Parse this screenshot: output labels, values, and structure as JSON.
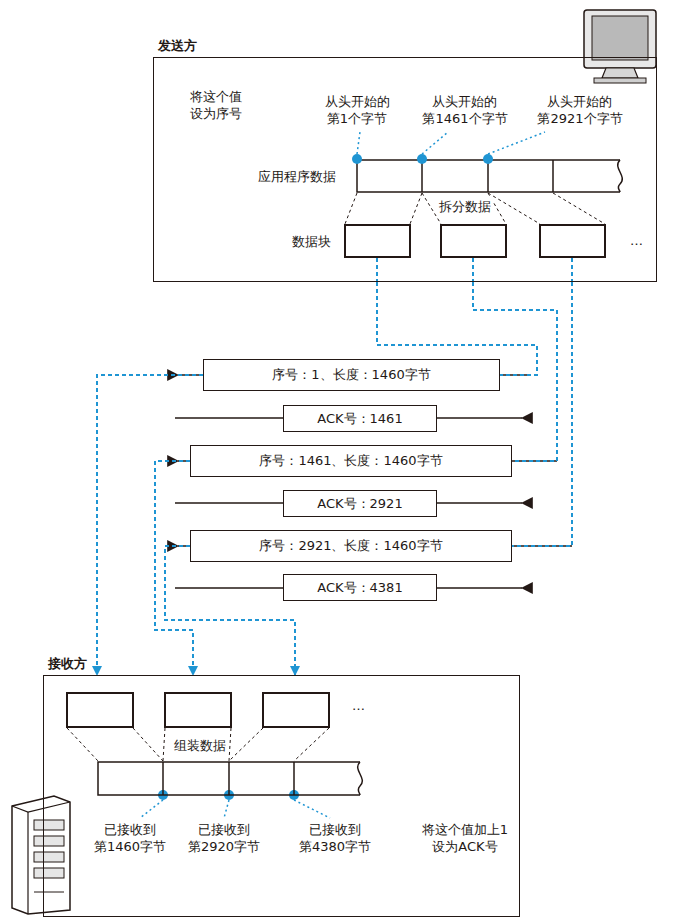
{
  "diagram": {
    "nodes": [
      {
        "text": [
          "发送方"
        ]
      },
      {
        "text": [
          "序号：1、长度：1460字节"
        ]
      },
      {
        "text": [
          "ACK号：1461"
        ]
      },
      {
        "text": [
          "序号：1461、长度：1460字节"
        ]
      },
      {
        "text": [
          "ACK号：2921"
        ]
      },
      {
        "text": [
          "序号：2921、长度：1460字节"
        ]
      },
      {
        "text": [
          "ACK号：4381"
        ]
      },
      {
        "text": [
          "接收方"
        ]
      }
    ],
    "edges": [
      {
        "from": 0,
        "to": 1,
        "arrow": "none"
      },
      {
        "from": 0,
        "to": 3,
        "arrow": "none"
      },
      {
        "from": 0,
        "to": 5,
        "arrow": "none"
      },
      {
        "from": 1,
        "to": 7,
        "arrow": "to"
      },
      {
        "from": 3,
        "to": 7,
        "arrow": "to"
      },
      {
        "from": 5,
        "to": 7,
        "arrow": "to"
      }
    ],
    "labels": [
      "将这个值 设为序号",
      "从头开始的 第1个字节",
      "从头开始的 第1461个字节",
      "从头开始的 第2921个字节",
      "应用程序数据",
      "拆分数据",
      "数据块",
      "…",
      "…",
      "组装数据",
      "已接收到 第1460字节",
      "已接收到 第2920字节",
      "已接收到 第4380字节",
      "将这个值加上1 设为ACK号"
    ]
  }
}
